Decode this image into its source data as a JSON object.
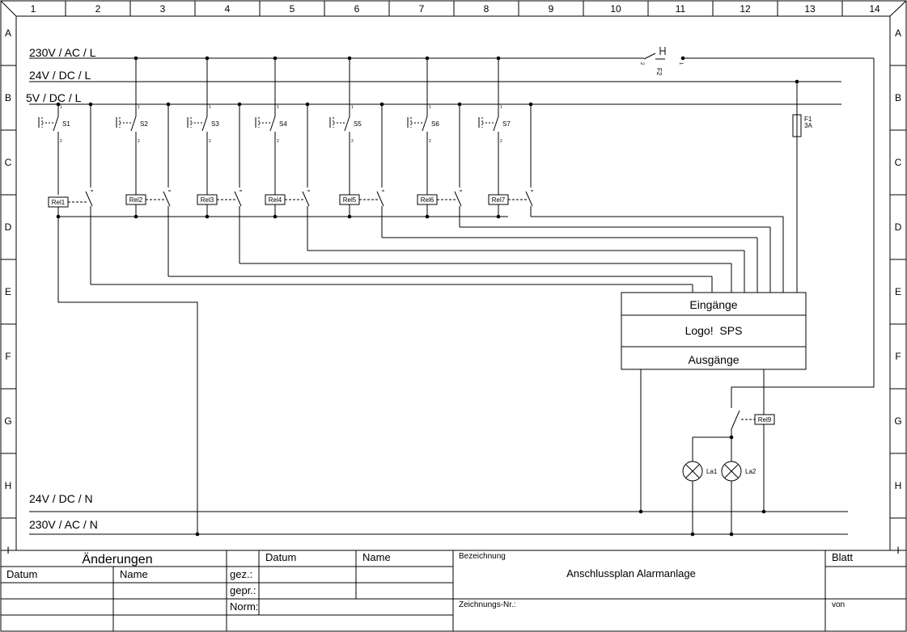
{
  "frame": {
    "columns": [
      "1",
      "2",
      "3",
      "4",
      "5",
      "6",
      "7",
      "8",
      "9",
      "10",
      "11",
      "12",
      "13",
      "14"
    ],
    "rows": [
      "A",
      "B",
      "C",
      "D",
      "E",
      "F",
      "G",
      "H",
      "I"
    ]
  },
  "rails": {
    "ac_l": "230V / AC / L",
    "dc24_p": "24V / DC / L",
    "dc5_p": "5V / DC / L",
    "dc24_n": "24V / DC / N",
    "ac_n": "230V / AC / N"
  },
  "switches": [
    "S1",
    "S2",
    "S3",
    "S4",
    "S5",
    "S6",
    "S7"
  ],
  "switch_pins": {
    "top": "1",
    "bottom": "2"
  },
  "relays": [
    "Rel1",
    "Rel2",
    "Rel3",
    "Rel4",
    "Rel5",
    "Rel6",
    "Rel7"
  ],
  "relay_out": "Rel9",
  "fuse_main": {
    "name": "F2",
    "pin1": "1",
    "pin2": "2"
  },
  "fuse_f1": {
    "name": "F1",
    "rating": "3A"
  },
  "plc": {
    "inputs": "Eingänge",
    "name": "Logo!  SPS",
    "outputs": "Ausgänge"
  },
  "lamps": [
    "La1",
    "La2"
  ],
  "titleblock": {
    "aenderungen": "Änderungen",
    "datum": "Datum",
    "name": "Name",
    "datum2": "Datum",
    "name2": "Name",
    "gez": "gez.:",
    "gepr": "gepr.:",
    "norm": "Norm:",
    "bezeichnung_label": "Bezeichnung",
    "bezeichnung": "Anschlussplan Alarmanlage",
    "zeichnungsnr_label": "Zeichnungs-Nr.:",
    "blatt": "Blatt",
    "von": "von"
  }
}
